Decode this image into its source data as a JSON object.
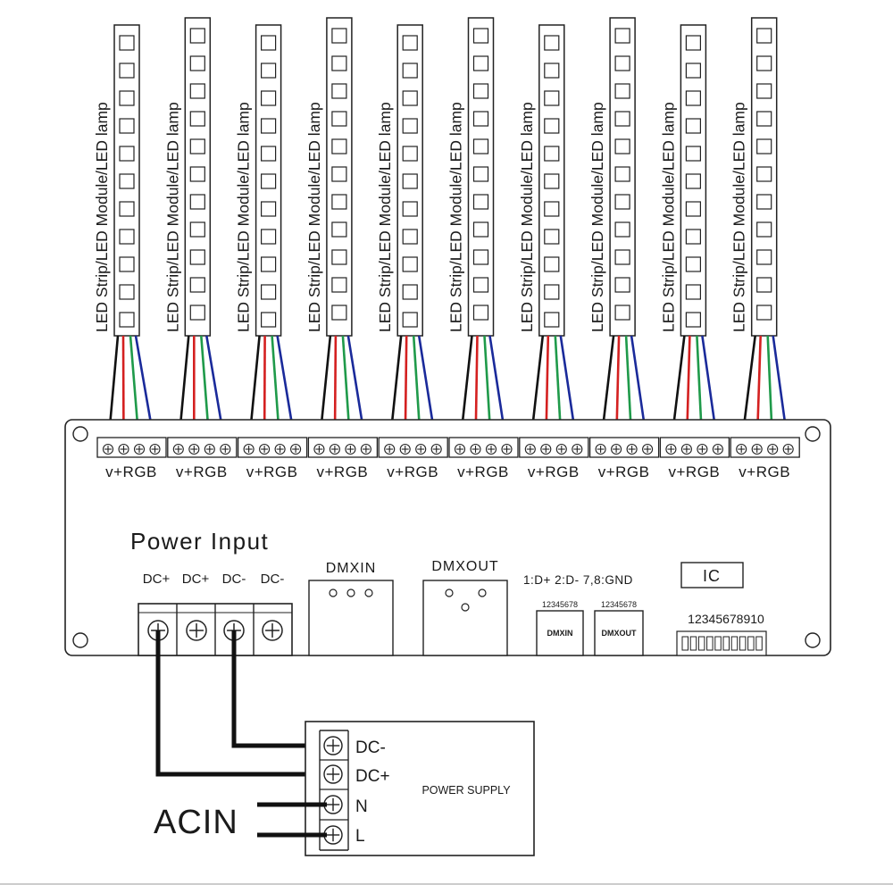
{
  "strip_label": "LED Strip/LED Module/LED lamp",
  "channel_label": "v+RGB",
  "channel_count": 10,
  "power_input": {
    "title": "Power Input",
    "terminals": [
      "DC+",
      "DC+",
      "DC-",
      "DC-"
    ]
  },
  "dmx": {
    "in_label": "DMXIN",
    "out_label": "DMXOUT",
    "pin_note": "1:D+ 2:D- 7,8:GND",
    "rj45_in_label": "DMXIN",
    "rj45_out_label": "DMXOUT",
    "rj45_in_pins": "12345678",
    "rj45_out_pins": "12345678"
  },
  "ic_label": "IC",
  "dip_numbers": "12345678910",
  "power_supply": {
    "title": "POWER SUPPLY",
    "terminals": [
      "DC-",
      "DC+",
      "N",
      "L"
    ]
  },
  "acin_label": "ACIN",
  "colors": {
    "wire_v": "#111111",
    "wire_red": "#d42020",
    "wire_green": "#1f9a4a",
    "wire_blue": "#1a2a9a",
    "line": "#222222"
  },
  "icons": {
    "terminal_screw": "circle-plus-icon",
    "mount_hole": "circle-icon"
  }
}
